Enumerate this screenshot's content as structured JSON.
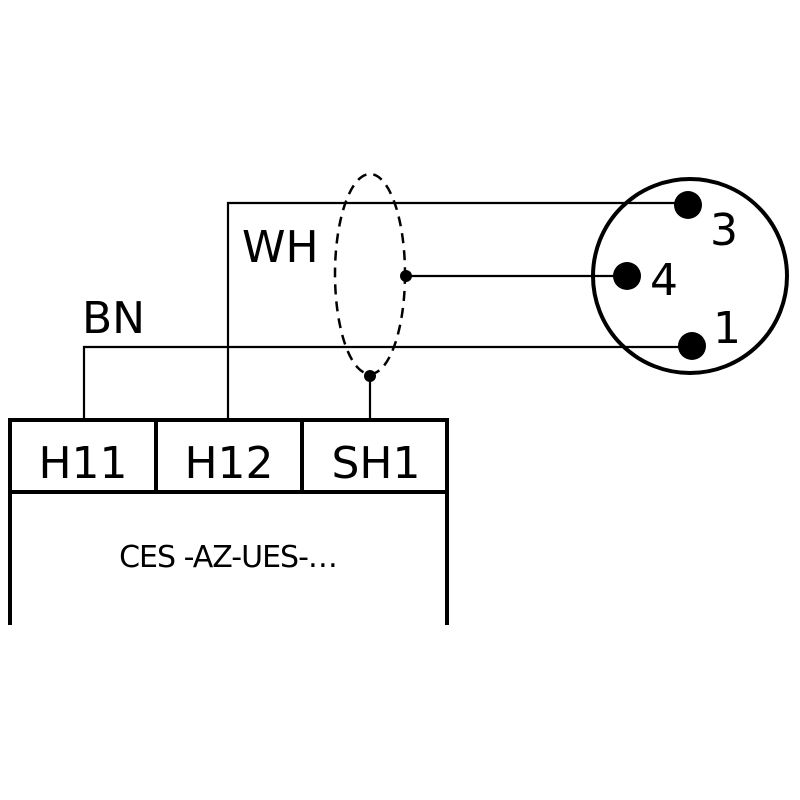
{
  "diagram": {
    "title": "Wiring diagram",
    "device": {
      "name": "CES -AZ-UES-…",
      "terminals": [
        {
          "id": "H11",
          "label": "H11"
        },
        {
          "id": "H12",
          "label": "H12"
        },
        {
          "id": "SH1",
          "label": "SH1"
        }
      ]
    },
    "wires": [
      {
        "color_label": "BN",
        "from": "H11",
        "to_pin": "1"
      },
      {
        "color_label": "WH",
        "from": "H12",
        "to_pin": "3"
      },
      {
        "color_label": "",
        "from": "SH1",
        "to_pin": "4",
        "note": "shield"
      }
    ],
    "connector": {
      "pins": [
        {
          "label": "3"
        },
        {
          "label": "4"
        },
        {
          "label": "1"
        }
      ]
    },
    "colors": {
      "stroke": "#000000",
      "background": "#ffffff"
    }
  }
}
